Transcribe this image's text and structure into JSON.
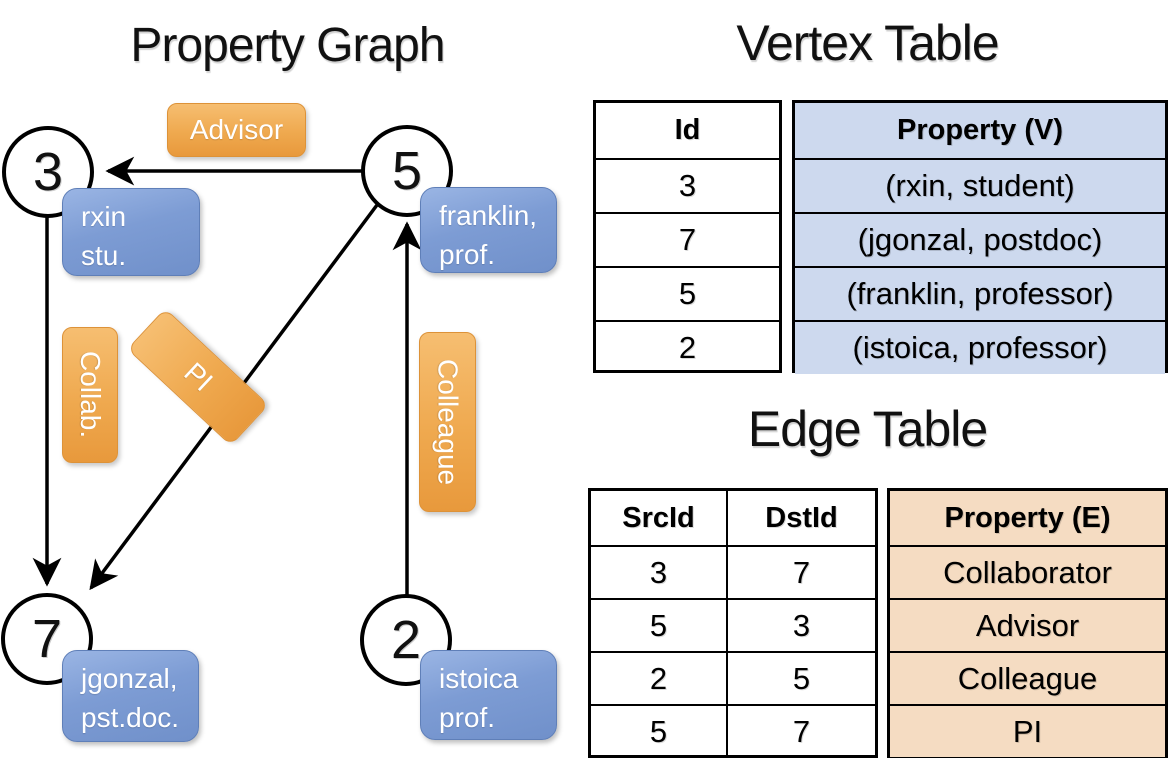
{
  "graph": {
    "title": "Property Graph",
    "vertices": [
      {
        "id": "3",
        "label_lines": [
          "rxin",
          "stu."
        ]
      },
      {
        "id": "5",
        "label_lines": [
          "franklin,",
          "prof."
        ]
      },
      {
        "id": "7",
        "label_lines": [
          "jgonzal,",
          "pst.doc."
        ]
      },
      {
        "id": "2",
        "label_lines": [
          "istoica",
          "prof."
        ]
      }
    ],
    "edge_labels": {
      "advisor": "Advisor",
      "collab": "Collab.",
      "pi": "PI",
      "colleague": "Colleague"
    }
  },
  "vertex_table": {
    "title": "Vertex Table",
    "columns": [
      "Id",
      "Property (V)"
    ],
    "rows": [
      [
        "3",
        "(rxin, student)"
      ],
      [
        "7",
        "(jgonzal, postdoc)"
      ],
      [
        "5",
        "(franklin, professor)"
      ],
      [
        "2",
        "(istoica, professor)"
      ]
    ]
  },
  "edge_table": {
    "title": "Edge Table",
    "columns": [
      "SrcId",
      "DstId",
      "Property (E)"
    ],
    "rows": [
      [
        "3",
        "7",
        "Collaborator"
      ],
      [
        "5",
        "3",
        "Advisor"
      ],
      [
        "2",
        "5",
        "Colleague"
      ],
      [
        "5",
        "7",
        "PI"
      ]
    ]
  },
  "colors": {
    "edge_label_orange": "#efa94f",
    "vertex_prop_blue": "#7d9cd4",
    "vertex_table_fill": "#cdd9ee",
    "edge_table_fill": "#f5dcc2",
    "line_black": "#000000"
  }
}
